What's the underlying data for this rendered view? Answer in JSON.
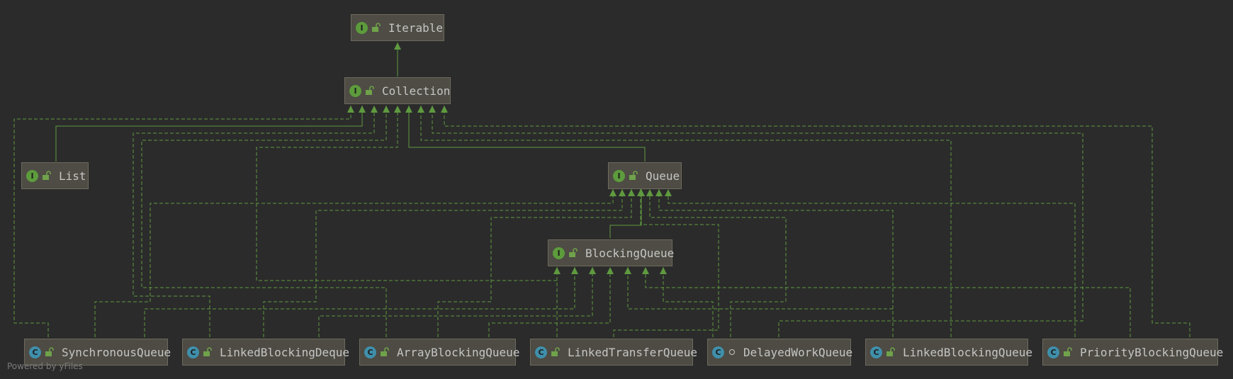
{
  "diagram": {
    "colors": {
      "background": "#2b2b2b",
      "edge": "#5f9a3f",
      "interface_badge": "#5d9c3c",
      "class_badge": "#3f8fab"
    },
    "nodes": {
      "iterable": {
        "label": "Iterable",
        "kind": "interface",
        "badge": "I",
        "icon": "interface-icon"
      },
      "collection": {
        "label": "Collection",
        "kind": "interface",
        "badge": "I",
        "icon": "interface-icon"
      },
      "list": {
        "label": "List",
        "kind": "interface",
        "badge": "I",
        "icon": "interface-icon"
      },
      "queue": {
        "label": "Queue",
        "kind": "interface",
        "badge": "I",
        "icon": "interface-icon"
      },
      "blocking_queue": {
        "label": "BlockingQueue",
        "kind": "interface",
        "badge": "I",
        "icon": "interface-icon"
      },
      "synchronous_queue": {
        "label": "SynchronousQueue",
        "kind": "class",
        "badge": "C",
        "icon": "class-icon"
      },
      "linked_blocking_deque": {
        "label": "LinkedBlockingDeque",
        "kind": "class",
        "badge": "C",
        "icon": "class-icon"
      },
      "array_blocking_queue": {
        "label": "ArrayBlockingQueue",
        "kind": "class",
        "badge": "C",
        "icon": "class-icon"
      },
      "linked_transfer_queue": {
        "label": "LinkedTransferQueue",
        "kind": "class",
        "badge": "C",
        "icon": "class-icon"
      },
      "delayed_work_queue": {
        "label": "DelayedWorkQueue",
        "kind": "class",
        "badge": "C",
        "icon": "class-icon"
      },
      "linked_blocking_queue": {
        "label": "LinkedBlockingQueue",
        "kind": "class",
        "badge": "C",
        "icon": "class-icon"
      },
      "priority_blocking_queue": {
        "label": "PriorityBlockingQueue",
        "kind": "class",
        "badge": "C",
        "icon": "class-icon"
      }
    },
    "footer": "Powered by yFiles"
  }
}
